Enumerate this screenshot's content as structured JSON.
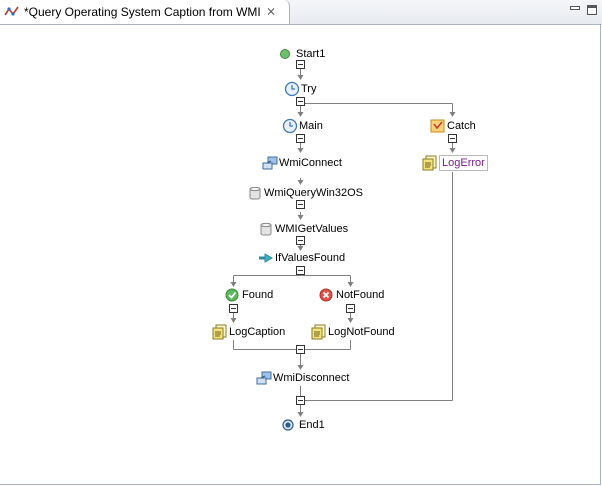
{
  "tab": {
    "title": "*Query Operating System Caption from WMI",
    "close_glyph": "⨯"
  },
  "colors": {
    "connector": "#7f7f7f",
    "selected_text": "#7a1c8a"
  },
  "nodes": {
    "start": {
      "label": "Start1",
      "icon": "start-icon"
    },
    "try": {
      "label": "Try",
      "icon": "clock-icon"
    },
    "main": {
      "label": "Main",
      "icon": "clock-icon"
    },
    "catch": {
      "label": "Catch",
      "icon": "catch-icon"
    },
    "log_error": {
      "label": "LogError",
      "icon": "log-icon"
    },
    "wmi_connect": {
      "label": "WmiConnect",
      "icon": "connect-icon"
    },
    "wmi_query": {
      "label": "WmiQueryWin32OS",
      "icon": "database-icon"
    },
    "wmi_get_values": {
      "label": "WMIGetValues",
      "icon": "database-icon"
    },
    "if_values_found": {
      "label": "IfValuesFound",
      "icon": "branch-icon"
    },
    "found": {
      "label": "Found",
      "icon": "check-icon"
    },
    "not_found": {
      "label": "NotFound",
      "icon": "error-icon"
    },
    "log_caption": {
      "label": "LogCaption",
      "icon": "log-icon"
    },
    "log_not_found": {
      "label": "LogNotFound",
      "icon": "log-icon"
    },
    "wmi_disconnect": {
      "label": "WmiDisconnect",
      "icon": "connect-icon"
    },
    "end": {
      "label": "End1",
      "icon": "end-icon"
    }
  }
}
